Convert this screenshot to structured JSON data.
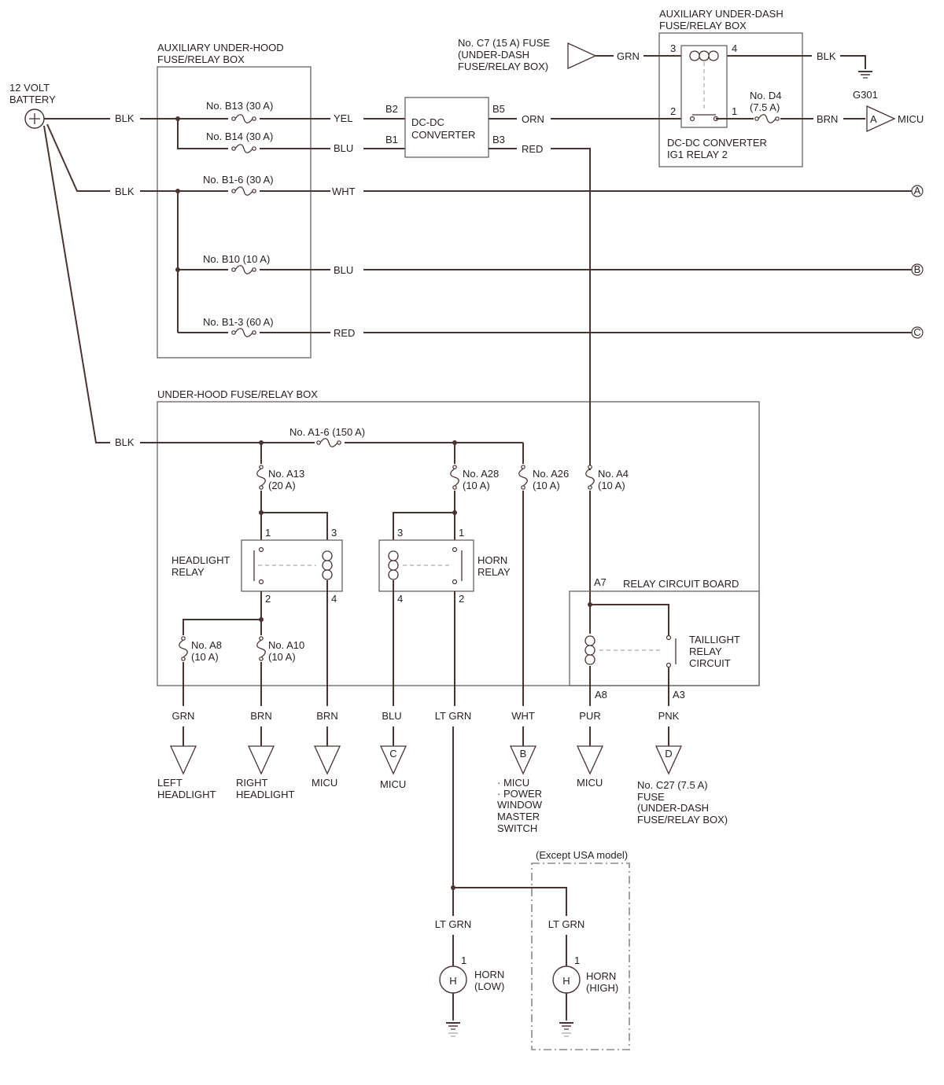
{
  "battery": {
    "label_1": "12 VOLT",
    "label_2": "BATTERY"
  },
  "aux_hood_box": {
    "title_1": "AUXILIARY UNDER-HOOD",
    "title_2": "FUSE/RELAY BOX"
  },
  "aux_dash_box": {
    "title_1": "AUXILIARY UNDER-DASH",
    "title_2": "FUSE/RELAY BOX"
  },
  "hood_box": {
    "title": "UNDER-HOOD FUSE/RELAY BOX"
  },
  "fuses": {
    "b13": "No. B13 (30 A)",
    "b14": "No. B14 (30 A)",
    "b16": "No. B1-6 (30 A)",
    "b10": "No. B10 (10 A)",
    "b13b": "No. B1-3 (60 A)",
    "a16": "No. A1-6 (150 A)",
    "a13_1": "No. A13",
    "a13_2": "(20 A)",
    "a28_1": "No. A28",
    "a28_2": "(10 A)",
    "a26_1": "No. A26",
    "a26_2": "(10 A)",
    "a4_1": "No. A4",
    "a4_2": "(10 A)",
    "a8_1": "No. A8",
    "a8_2": "(10 A)",
    "a10_1": "No. A10",
    "a10_2": "(10 A)",
    "d4_1": "No. D4",
    "d4_2": "(7.5 A)"
  },
  "c7_fuse": {
    "line_1": "No. C7 (15 A) FUSE",
    "line_2": "(UNDER-DASH",
    "line_3": "FUSE/RELAY BOX)"
  },
  "wires": {
    "blk": "BLK",
    "yel": "YEL",
    "blu": "BLU",
    "wht": "WHT",
    "red": "RED",
    "orn": "ORN",
    "grn": "GRN",
    "brn": "BRN",
    "lt_grn": "LT GRN",
    "pur": "PUR",
    "pnk": "PNK"
  },
  "converter": {
    "line_1": "DC-DC",
    "line_2": "CONVERTER",
    "b1": "B1",
    "b2": "B2",
    "b3": "B3",
    "b5": "B5"
  },
  "ig1_relay": {
    "line_1": "DC-DC CONVERTER",
    "line_2": "IG1 RELAY 2",
    "p1": "1",
    "p2": "2",
    "p3": "3",
    "p4": "4"
  },
  "ground": {
    "g301": "G301"
  },
  "connectors": {
    "a": "A",
    "b": "B",
    "c": "C",
    "d": "D"
  },
  "headlight_relay": {
    "line_1": "HEADLIGHT",
    "line_2": "RELAY",
    "p1": "1",
    "p2": "2",
    "p3": "3",
    "p4": "4"
  },
  "horn_relay": {
    "line_1": "HORN",
    "line_2": "RELAY",
    "p1": "1",
    "p2": "2",
    "p3": "3",
    "p4": "4"
  },
  "relay_board": {
    "title": "RELAY CIRCUIT BOARD",
    "a7": "A7",
    "a8": "A8",
    "a3": "A3",
    "line_1": "TAILLIGHT",
    "line_2": "RELAY",
    "line_3": "CIRCUIT"
  },
  "destinations": {
    "micu": "MICU",
    "left_hl_1": "LEFT",
    "left_hl_2": "HEADLIGHT",
    "right_hl_1": "RIGHT",
    "right_hl_2": "HEADLIGHT",
    "b_1": "· MICU",
    "b_2": "· POWER",
    "b_3": "WINDOW",
    "b_4": "MASTER",
    "b_5": "SWITCH",
    "c27_1": "No. C27 (7.5 A)",
    "c27_2": "FUSE",
    "c27_3": "(UNDER-DASH",
    "c27_4": "FUSE/RELAY BOX)"
  },
  "horns": {
    "except_usa": "(Except USA model)",
    "h": "H",
    "pin": "1",
    "low_1": "HORN",
    "low_2": "(LOW)",
    "high_1": "HORN",
    "high_2": "(HIGH)"
  }
}
